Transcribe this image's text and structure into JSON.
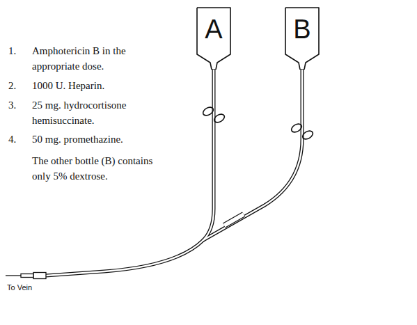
{
  "diagram": {
    "nodes": [
      {
        "text": [
          "A"
        ]
      },
      {
        "text": [
          "B"
        ]
      }
    ],
    "labels": [
      "1.",
      "Amphotericin B in the appropriate dose.",
      "2.",
      "1000 U. Heparin.",
      "3.",
      "25 mg. hydrocortisone hemisuccinate.",
      "4.",
      "50 mg. promethazine.",
      "The other bottle (B) contains only 5% dextrose.",
      "To Vein"
    ]
  }
}
